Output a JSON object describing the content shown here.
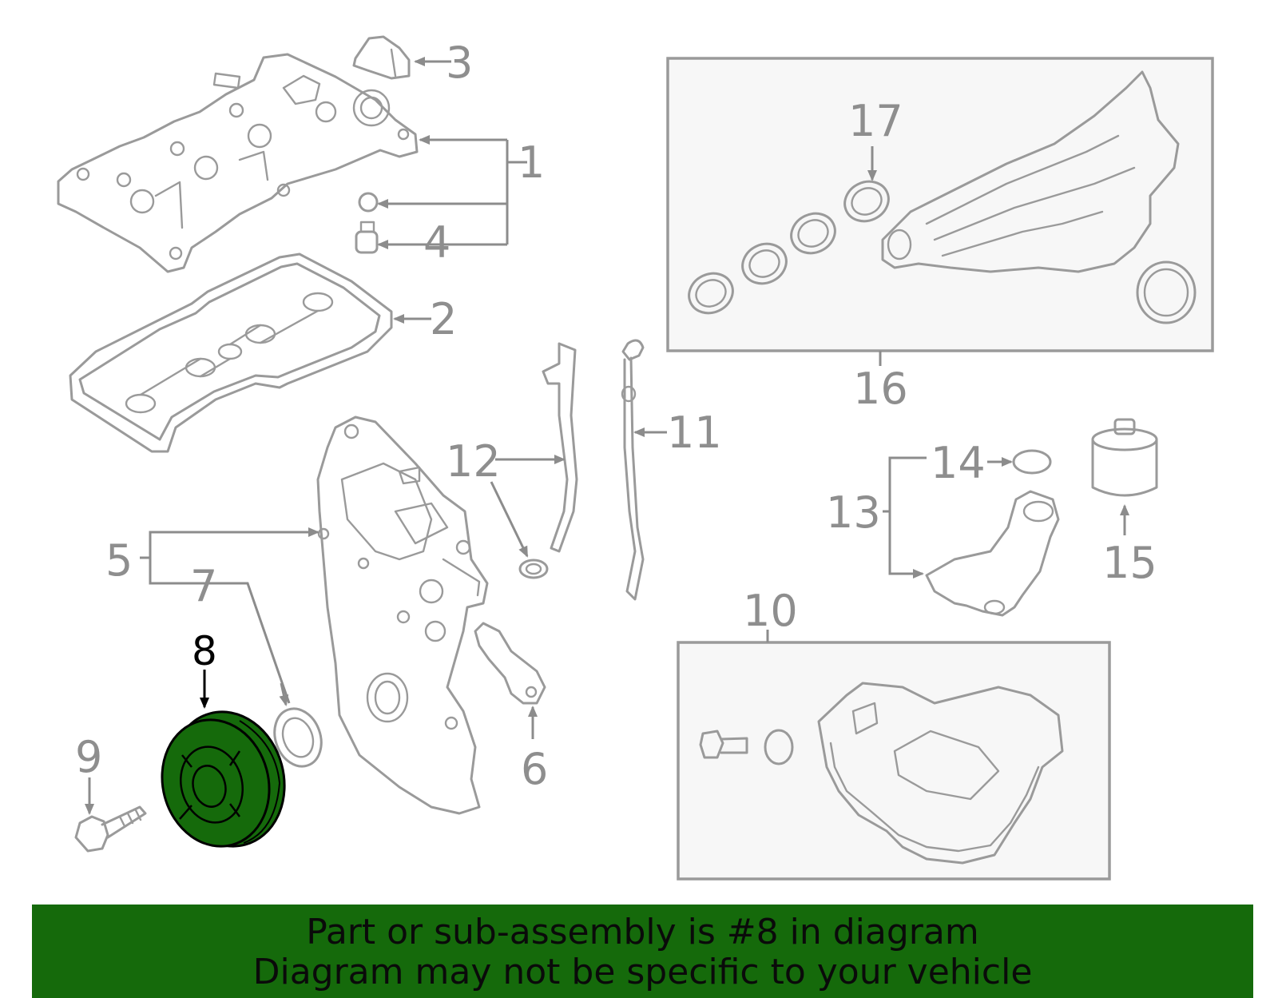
{
  "callouts": {
    "c1": "1",
    "c2": "2",
    "c3": "3",
    "c4": "4",
    "c5": "5",
    "c6": "6",
    "c7": "7",
    "c8": "8",
    "c9": "9",
    "c10": "10",
    "c11": "11",
    "c12": "12",
    "c13": "13",
    "c14": "14",
    "c15": "15",
    "c16": "16",
    "c17": "17"
  },
  "highlight": {
    "part_number": "8",
    "color": "#156a0b"
  },
  "banner": {
    "line1": "Part or sub-assembly is #8 in diagram",
    "line2": "Diagram may not be specific to your vehicle",
    "background": "#156a0b"
  }
}
